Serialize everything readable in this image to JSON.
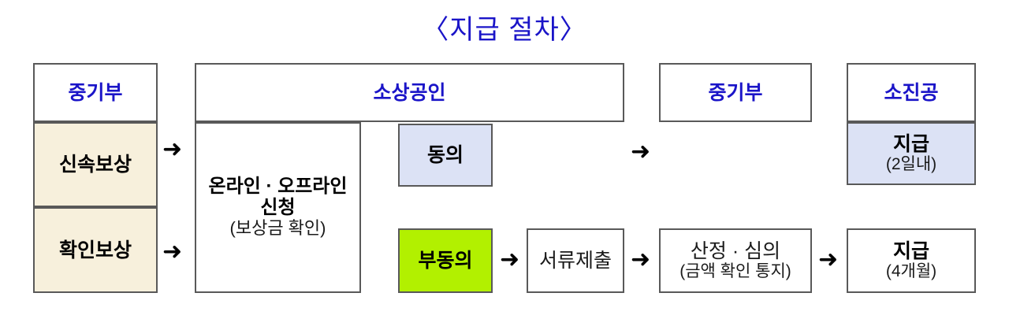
{
  "title": "〈지급 절차〉",
  "colors": {
    "title_blue": "#1a14c8",
    "org_blue": "#1a14c8",
    "beige_fill": "#f7f0dc",
    "lightblue_fill": "#dce2f5",
    "green_fill": "#b2f000",
    "box_border": "#595959",
    "text_black": "#000000"
  },
  "columns": {
    "ministry_left": {
      "header": "중기부",
      "rows": [
        {
          "label": "신속보상"
        },
        {
          "label": "확인보상"
        }
      ]
    },
    "small_business": {
      "header": "소상공인",
      "application": {
        "line1": "온라인 · 오프라인",
        "line2": "신청",
        "line3": "(보상금 확인)"
      },
      "agree": "동의",
      "disagree": "부동의",
      "submit_documents": "서류제출"
    },
    "ministry_right": {
      "header": "중기부",
      "review": {
        "line1": "산정 · 심의",
        "line2": "(금액 확인 통지)"
      }
    },
    "sbc": {
      "header": "소진공",
      "fast_payment": {
        "line1": "지급",
        "line2": "(2일내)"
      },
      "confirm_payment": {
        "line1": "지급",
        "line2": "(4개월)"
      }
    }
  },
  "arrows": {
    "glyph": "➜",
    "fast_to_apply": "➜",
    "confirm_to_apply": "➜",
    "agree_to_ministry": "➜",
    "disagree_to_docs": "➜",
    "docs_to_review": "➜",
    "review_to_payment": "➜"
  },
  "watermark": {
    "text": ""
  }
}
